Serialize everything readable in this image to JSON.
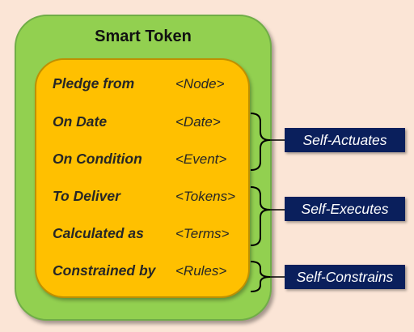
{
  "title": "Smart Token",
  "fields": [
    {
      "label": "Pledge from",
      "value": "<Node>"
    },
    {
      "label": "On Date",
      "value": "<Date>"
    },
    {
      "label": "On Condition",
      "value": "<Event>"
    },
    {
      "label": "To Deliver",
      "value": "<Tokens>"
    },
    {
      "label": "Calculated as",
      "value": "<Terms>"
    },
    {
      "label": "Constrained by",
      "value": "<Rules>"
    }
  ],
  "groups": [
    {
      "label": "Self-Actuates"
    },
    {
      "label": "Self-Executes"
    },
    {
      "label": "Self-Constrains"
    }
  ],
  "colors": {
    "background": "#fbe5d6",
    "outer_box": "#92d050",
    "inner_box": "#ffc000",
    "tag": "#0a1f5c"
  }
}
